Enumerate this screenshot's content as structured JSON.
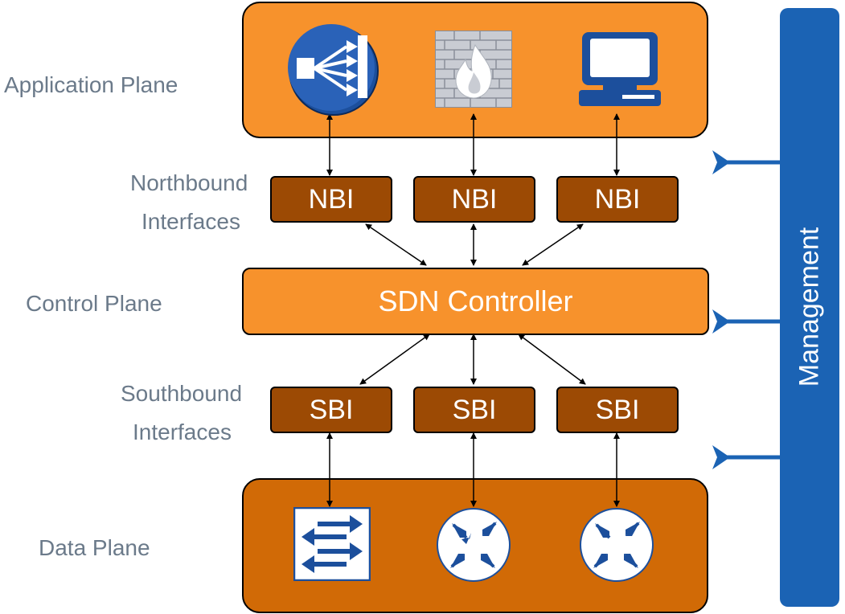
{
  "planes": {
    "application": "Application Plane",
    "northbound_line1": "Northbound",
    "northbound_line2": "Interfaces",
    "control": "Control Plane",
    "southbound_line1": "Southbound",
    "southbound_line2": "Interfaces",
    "data": "Data Plane"
  },
  "nbi": [
    "NBI",
    "NBI",
    "NBI"
  ],
  "sbi": [
    "SBI",
    "SBI",
    "SBI"
  ],
  "controller": "SDN Controller",
  "management": "Management",
  "colors": {
    "app_plane": "#f7922c",
    "data_plane": "#d16a06",
    "interface_box": "#9c4a04",
    "management": "#1b63b4",
    "label_text": "#6b7a8a"
  },
  "icons": {
    "application": [
      "load-balancer-icon",
      "firewall-icon",
      "computer-icon"
    ],
    "data": [
      "switch-icon",
      "router-icon",
      "router-icon"
    ]
  }
}
